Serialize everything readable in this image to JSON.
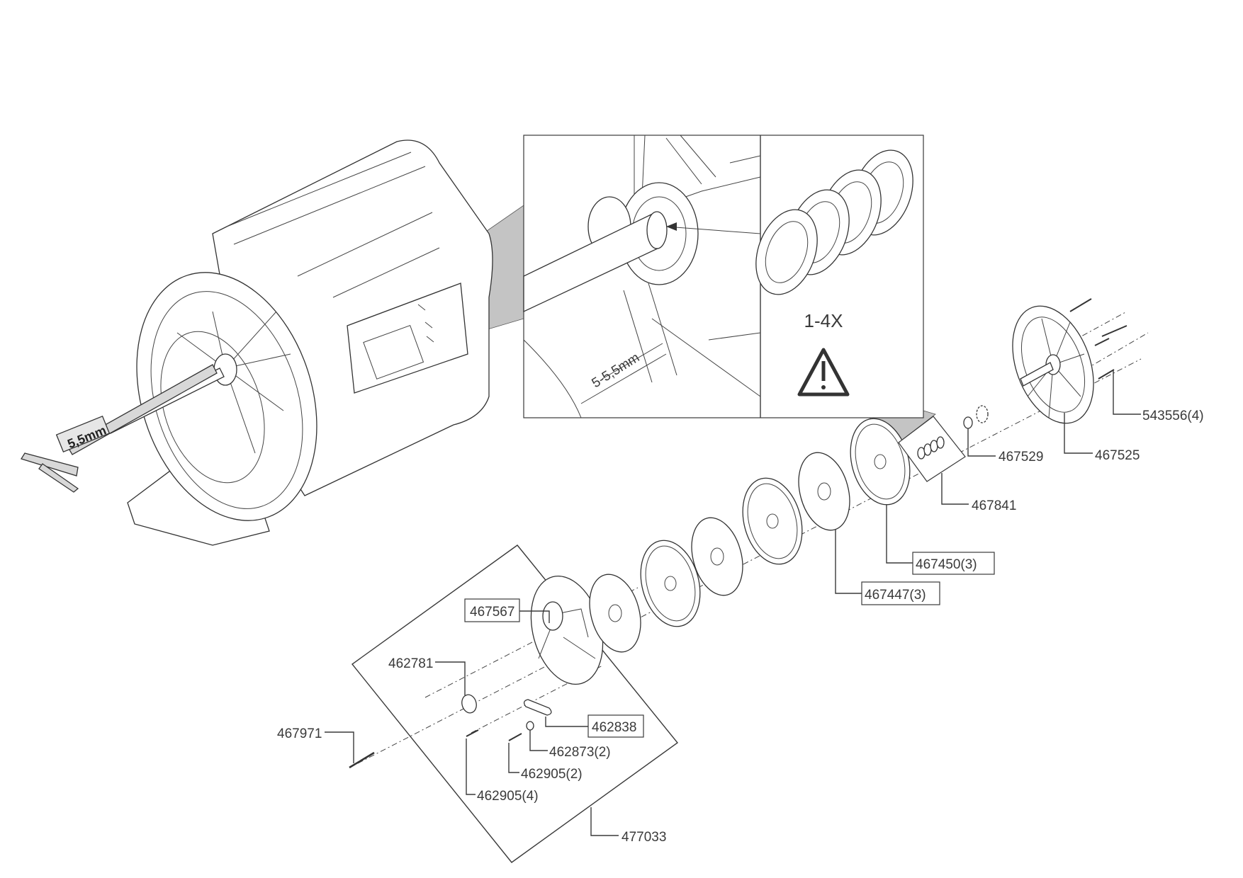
{
  "diagram": {
    "inset": {
      "gap_measure": "5-5,5mm",
      "shim_quantity": "1-4X",
      "warning_icon": "warning-triangle-icon"
    },
    "caliper_readout": "5,5mm",
    "part_labels": {
      "p543556": "543556(4)",
      "p467529": "467529",
      "p467525": "467525",
      "p467841": "467841",
      "p467450": "467450(3)",
      "p467447": "467447(3)",
      "p467567": "467567",
      "p462781": "462781",
      "p467971": "467971",
      "p462838": "462838",
      "p462873": "462873(2)",
      "p462905a": "462905(2)",
      "p462905b": "462905(4)",
      "p477033": "477033"
    }
  }
}
